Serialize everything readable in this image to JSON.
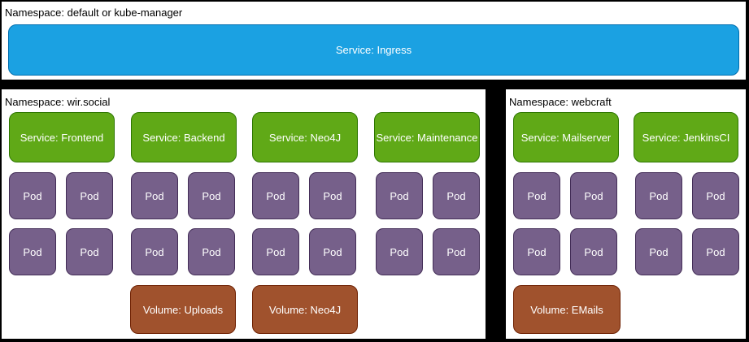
{
  "colors": {
    "background": "#000000",
    "panel_background": "#ffffff",
    "panel_border": "#000000",
    "ingress_fill": "#1ba1e2",
    "ingress_stroke": "#006eaf",
    "service_fill": "#60a917",
    "service_stroke": "#2d7600",
    "pod_fill": "#76608a",
    "pod_stroke": "#432d57",
    "volume_fill": "#a0522d",
    "volume_stroke": "#6d1f00",
    "box_text": "#ffffff",
    "label_text": "#000000"
  },
  "panels": {
    "ingress": {
      "namespace_label": "Namespace: default or kube-manager",
      "service": "Service: Ingress"
    },
    "wir_social": {
      "namespace_label": "Namespace: wir.social",
      "services": [
        "Service: Frontend",
        "Service: Backend",
        "Service: Neo4J",
        "Service: Maintenance"
      ],
      "pod_label": "Pod",
      "pods_per_service": 4,
      "volumes": [
        "Volume: Uploads",
        "Volume: Neo4J"
      ]
    },
    "webcraft": {
      "namespace_label": "Namespace: webcraft",
      "services": [
        "Service: Mailserver",
        "Service: JenkinsCI"
      ],
      "pod_label": "Pod",
      "pods_per_service": 4,
      "volumes": [
        "Volume: EMails"
      ]
    }
  }
}
